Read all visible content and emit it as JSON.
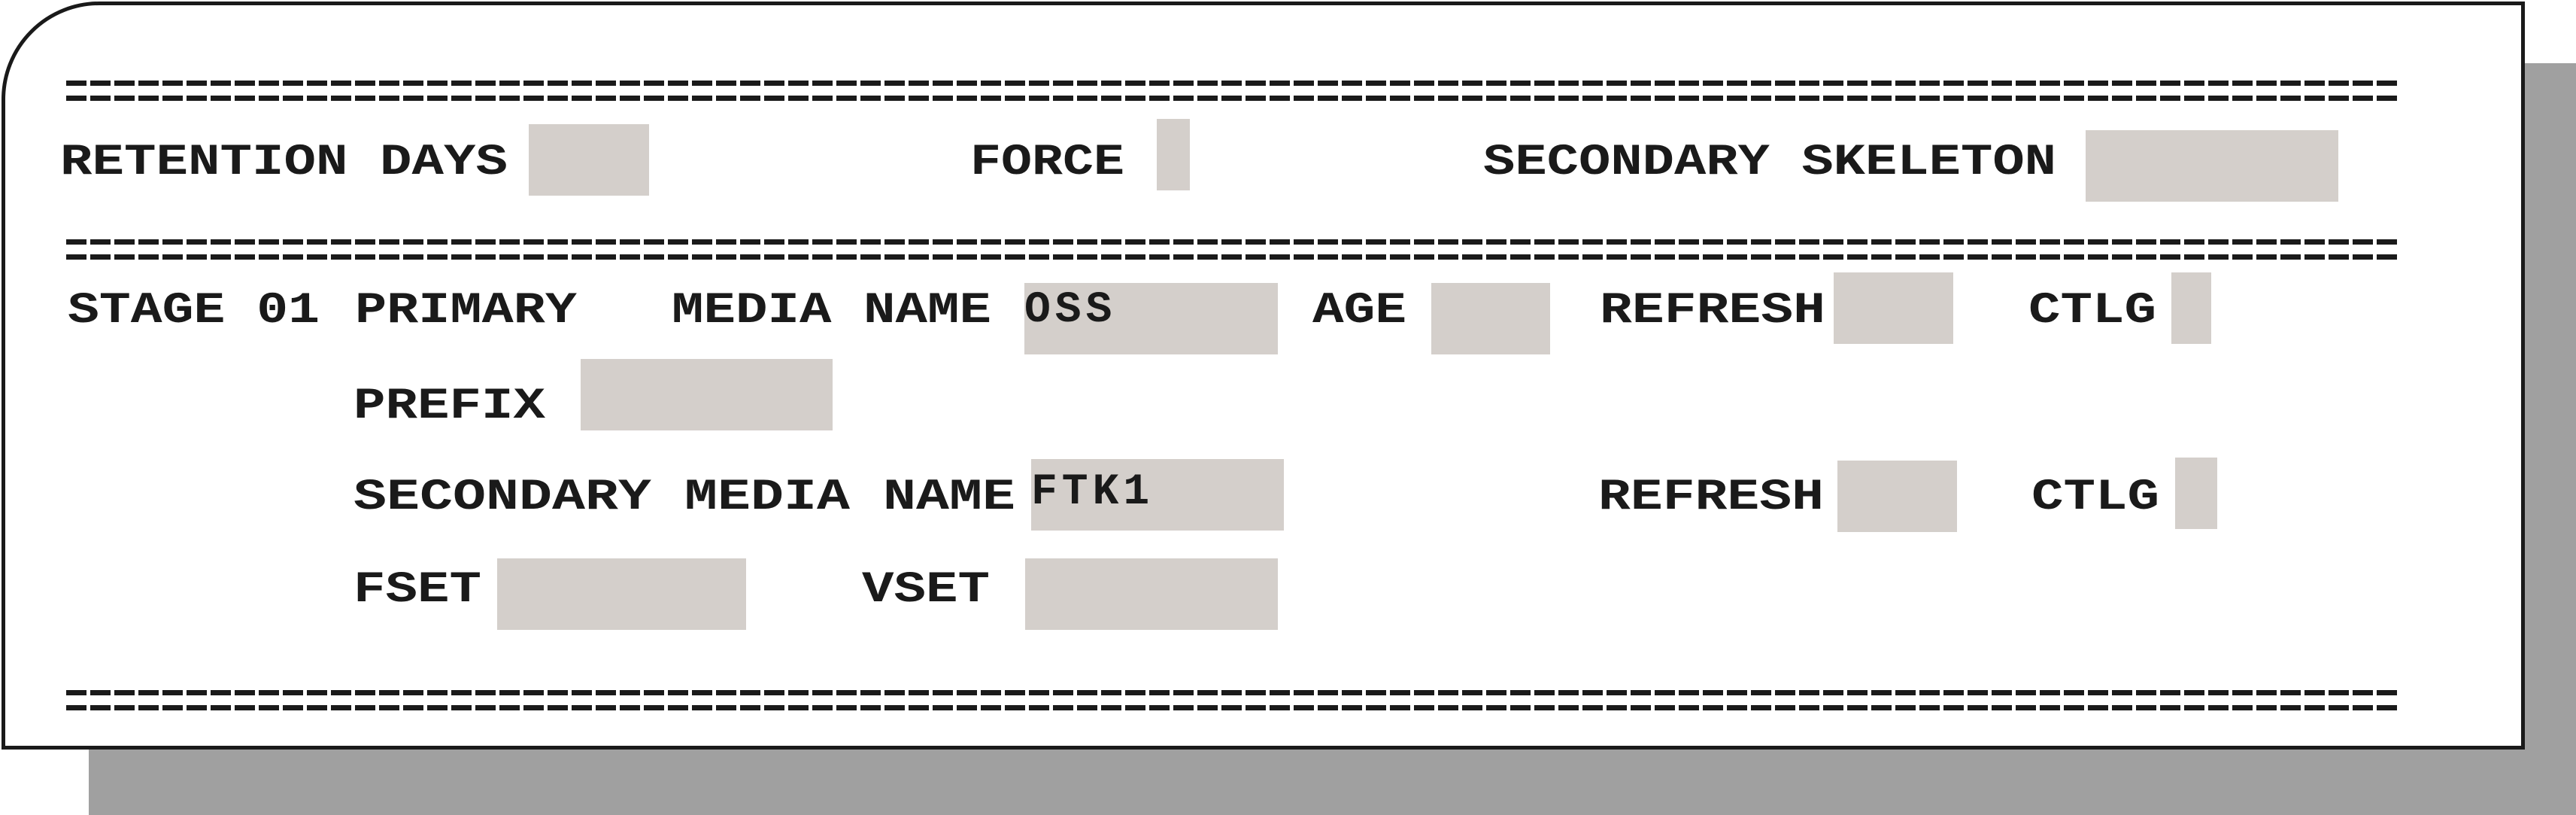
{
  "separator": "===========================================================================================================================",
  "labels": {
    "retention_days": "RETENTION DAYS",
    "force": "FORCE",
    "secondary_skeleton": "SECONDARY SKELETON",
    "stage": "STAGE 01",
    "primary": "PRIMARY",
    "primary_media_name": "MEDIA NAME",
    "age": "AGE",
    "refresh": "REFRESH",
    "ctlg": "CTLG",
    "prefix": "PREFIX",
    "secondary_media_name": "SECONDARY MEDIA NAME",
    "fset": "FSET",
    "vset": "VSET"
  },
  "fields": {
    "retention_days": "",
    "force": "",
    "secondary_skeleton": "",
    "primary_media_name": "OSS",
    "age": "",
    "primary_refresh": "",
    "primary_ctlg": "",
    "prefix": "",
    "secondary_media_name": "FTK1",
    "secondary_refresh": "",
    "secondary_ctlg": "",
    "fset": "",
    "vset": ""
  },
  "colors": {
    "field_background": "#d4cfcb",
    "text": "#1a1a1a",
    "shadow": "#a0a0a0"
  }
}
